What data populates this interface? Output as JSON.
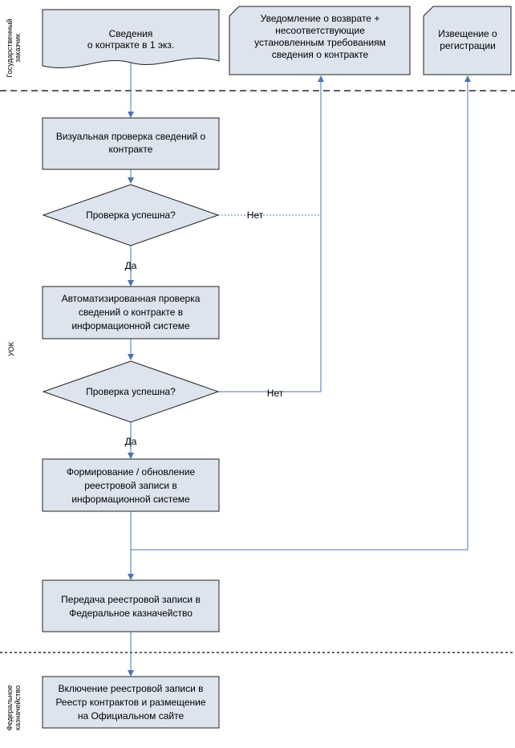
{
  "lanes": [
    {
      "id": "customer",
      "lines": [
        "Государственный",
        "заказчик"
      ]
    },
    {
      "id": "uok",
      "lines": [
        "УОК"
      ]
    },
    {
      "id": "treasury",
      "lines": [
        "Федеральное",
        "казначейство"
      ]
    }
  ],
  "nodes": {
    "doc_contract": {
      "lines": [
        "Сведения",
        "о контракте в 1 экз."
      ]
    },
    "doc_return": {
      "lines": [
        "Уведомление о возврате +",
        "несоответствующие",
        "установленным требованиям",
        "сведения о контракте"
      ]
    },
    "doc_registration": {
      "lines": [
        "Извещение о",
        "регистрации"
      ]
    },
    "visual_check": {
      "lines": [
        "Визуальная проверка сведений о",
        "контракте"
      ]
    },
    "decision_1": {
      "lines": [
        "Проверка успешна?"
      ]
    },
    "auto_check": {
      "lines": [
        "Автоматизированная проверка",
        "сведений о контракте в",
        "информационной системе"
      ]
    },
    "decision_2": {
      "lines": [
        "Проверка успешна?"
      ]
    },
    "form_record": {
      "lines": [
        "Формирование / обновление",
        "реестровой записи в",
        "информационной системе"
      ]
    },
    "transfer": {
      "lines": [
        "Передача реестровой записи в",
        "Федеральное казначейство"
      ]
    },
    "include": {
      "lines": [
        "Включение реестровой записи в",
        "Реестр контрактов и размещение",
        "на Официальном сайте"
      ]
    }
  },
  "edge_labels": {
    "yes_1": "Да",
    "no_1": "Нет",
    "yes_2": "Да",
    "no_2": "Нет"
  },
  "colors": {
    "box_fill": "#dde4ee",
    "box_stroke": "#222222",
    "arrow": "#4a74b4"
  }
}
